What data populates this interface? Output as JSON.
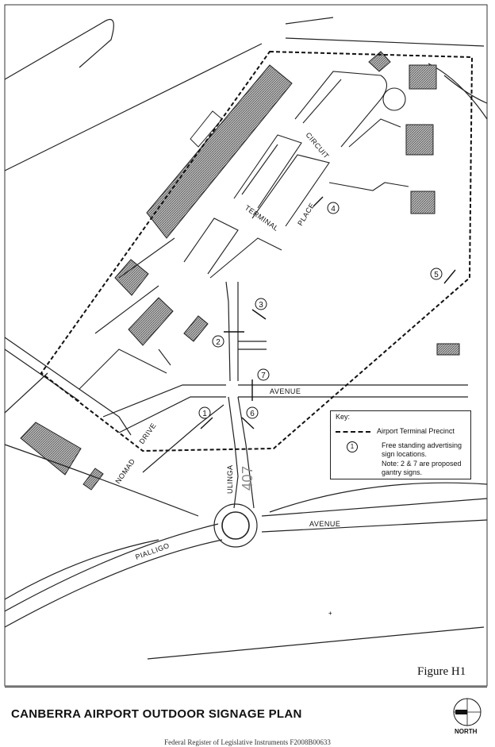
{
  "map": {
    "road_labels": {
      "circuit": "CIRCUIT",
      "terminal": "TERMINAL",
      "place": "PLACE",
      "avenue_upper": "AVENUE",
      "avenue_lower": "AVENUE",
      "nomad": "NOMAD",
      "drive": "DRIVE",
      "ulinga": "ULINGA",
      "route_no": "407",
      "pialligo": "PIALLIGO"
    },
    "sign_markers": [
      "1",
      "2",
      "3",
      "4",
      "5",
      "6",
      "7"
    ]
  },
  "key": {
    "title": "Key:",
    "precinct_label": "Airport Terminal Precinct",
    "sign_symbol": "1",
    "sign_label": "Free standing advertising sign locations.",
    "note": "Note: 2 & 7 are proposed gantry signs."
  },
  "figure_label": "Figure H1",
  "title": "CANBERRA AIRPORT OUTDOOR SIGNAGE PLAN",
  "north_label": "NORTH",
  "footer": "Federal Register of Legislative Instruments F2008B00633"
}
